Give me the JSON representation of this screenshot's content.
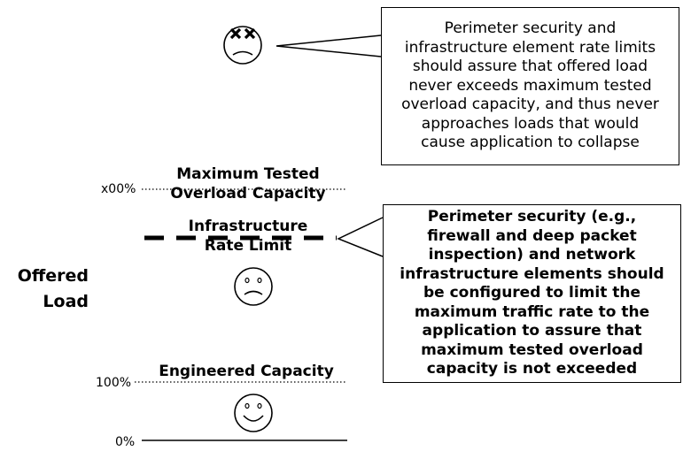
{
  "callouts": {
    "top": {
      "lines": [
        "Perimeter security and",
        "infrastructure element rate limits",
        "should assure that offered load",
        "never exceeds maximum tested",
        "overload capacity, and thus never",
        "approaches loads that would",
        "cause application to collapse"
      ]
    },
    "bottom": {
      "lines": [
        "Perimeter security (e.g.,",
        "firewall and deep packet",
        "inspection) and network",
        "infrastructure elements should",
        "be configured to limit the",
        "maximum traffic rate to the",
        "application to assure that",
        "maximum tested overload",
        "capacity is not exceeded"
      ]
    }
  },
  "axis": {
    "label_line1": "Offered",
    "label_line2": "Load",
    "tick_top": "x00%",
    "tick_mid": "100%",
    "tick_bottom": "0%"
  },
  "levels": {
    "max_line1": "Maximum Tested",
    "max_line2": "Overload Capacity",
    "infra_line1": "Infrastructure",
    "infra_line2": "Rate Limit",
    "engineered": "Engineered Capacity"
  },
  "icons": {
    "top_face": "dead-face-icon",
    "middle_face": "sad-face-icon",
    "bottom_face": "happy-face-icon"
  }
}
